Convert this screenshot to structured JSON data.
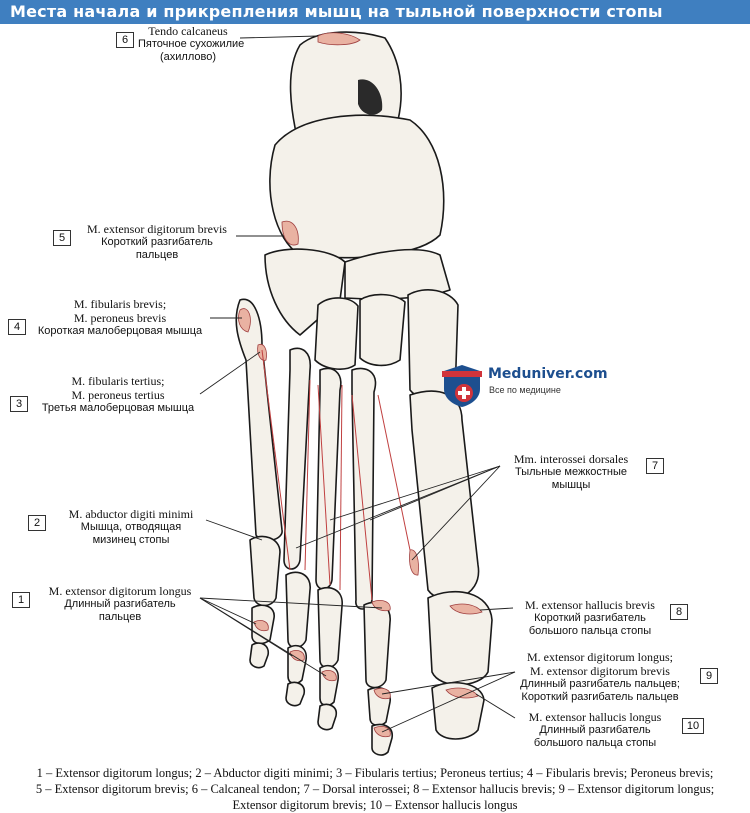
{
  "title": "Места начала и прикрепления мышц на тыльной поверхности стопы",
  "colors": {
    "title_bar": "#3f7fc0",
    "muscle_attachment": "#e9b2a2",
    "bone_outline": "#1a1a1a",
    "logo_blue": "#1d4f8f",
    "logo_red": "#d0343b"
  },
  "labels": {
    "l6": {
      "number": "6",
      "latin": "Tendo calcaneus",
      "ru1": "Пяточное сухожилие",
      "ru2": "(ахиллово)"
    },
    "l5": {
      "number": "5",
      "latin": "M. extensor digitorum brevis",
      "ru1": "Короткий разгибатель",
      "ru2": "пальцев"
    },
    "l4": {
      "number": "4",
      "latin1": "M. fibularis brevis;",
      "latin2": "M. peroneus brevis",
      "ru1": "Короткая малоберцовая мышца"
    },
    "l3": {
      "number": "3",
      "latin1": "M. fibularis tertius;",
      "latin2": "M. peroneus tertius",
      "ru1": "Третья малоберцовая мышца"
    },
    "l2": {
      "number": "2",
      "latin": "M. abductor digiti minimi",
      "ru1": "Мышца, отводящая",
      "ru2": "мизинец стопы"
    },
    "l1": {
      "number": "1",
      "latin": "M. extensor digitorum longus",
      "ru1": "Длинный разгибатель",
      "ru2": "пальцев"
    },
    "l7": {
      "number": "7",
      "latin": "Mm. interossei dorsales",
      "ru1": "Тыльные межкостные",
      "ru2": "мышцы"
    },
    "l8": {
      "number": "8",
      "latin": "M. extensor hallucis brevis",
      "ru1": "Короткий разгибатель",
      "ru2": "большого пальца стопы"
    },
    "l9": {
      "number": "9",
      "latin1": "M. extensor digitorum longus;",
      "latin2": "M. extensor digitorum brevis",
      "ru1": "Длинный разгибатель пальцев;",
      "ru2": "Короткий разгибатель пальцев"
    },
    "l10": {
      "number": "10",
      "latin": "M. extensor hallucis longus",
      "ru1": "Длинный разгибатель",
      "ru2": "большого пальца стопы"
    }
  },
  "logo": {
    "name": "Meduniver.com",
    "subtitle": "Все по медицине"
  },
  "legend": {
    "line1": "1 – Extensor digitorum longus; 2 – Abductor digiti minimi; 3 – Fibularis tertius; Peroneus tertius; 4 – Fibularis brevis; Peroneus brevis;",
    "line2": "5 – Extensor digitorum brevis; 6 – Calcaneal tendon; 7 – Dorsal interossei; 8 – Extensor hallucis brevis; 9 – Extensor digitorum longus;",
    "line3": "Extensor digitorum brevis; 10 – Extensor hallucis longus"
  }
}
